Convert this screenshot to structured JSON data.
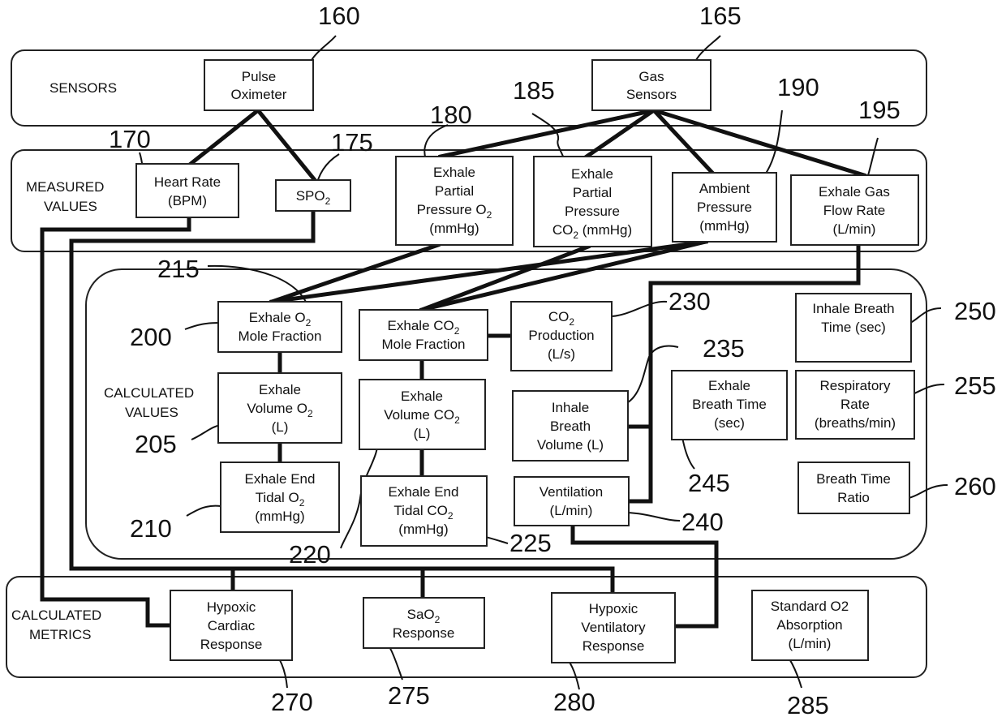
{
  "sections": {
    "sensors": [
      "SENSORS"
    ],
    "measured": [
      "MEASURED",
      "VALUES"
    ],
    "calculated_values": [
      "CALCULATED",
      "VALUES"
    ],
    "calculated_metrics": [
      "CALCULATED",
      "METRICS"
    ]
  },
  "boxes": {
    "pulse_oximeter": [
      "Pulse",
      "Oximeter"
    ],
    "gas_sensors": [
      "Gas",
      "Sensors"
    ],
    "heart_rate": [
      "Heart Rate",
      "(BPM)"
    ],
    "spo2": [
      "SPO",
      "2"
    ],
    "exhale_partial_o2": [
      "Exhale",
      "Partial",
      "Pressure O",
      "2",
      "(mmHg)"
    ],
    "exhale_partial_co2": [
      "Exhale",
      "Partial",
      "Pressure",
      "CO",
      "2",
      " (mmHg)"
    ],
    "ambient_pressure": [
      "Ambient",
      "Pressure",
      "(mmHg)"
    ],
    "exhale_gas_flow": [
      "Exhale Gas",
      "Flow Rate",
      "(L/min)"
    ],
    "exhale_o2_mole": [
      "Exhale O",
      "2",
      "Mole Fraction"
    ],
    "exhale_co2_mole": [
      "Exhale CO",
      "2",
      "Mole Fraction"
    ],
    "co2_production": [
      "CO",
      "2",
      "Production",
      "(L/s)"
    ],
    "inhale_breath_time": [
      "Inhale Breath",
      "Time (sec)"
    ],
    "exhale_volume_o2": [
      "Exhale",
      "Volume O",
      "2",
      "(L)"
    ],
    "exhale_volume_co2": [
      "Exhale",
      "Volume CO",
      "2",
      "(L)"
    ],
    "inhale_breath_volume": [
      "Inhale",
      "Breath",
      "Volume (L)"
    ],
    "exhale_breath_time": [
      "Exhale",
      "Breath Time",
      "(sec)"
    ],
    "respiratory_rate": [
      "Respiratory",
      "Rate",
      "(breaths/min)"
    ],
    "exhale_end_tidal_o2": [
      "Exhale End",
      "Tidal O",
      "2",
      "(mmHg)"
    ],
    "exhale_end_tidal_co2": [
      "Exhale End",
      "Tidal CO",
      "2",
      "(mmHg)"
    ],
    "ventilation": [
      "Ventilation",
      "(L/min)"
    ],
    "breath_time_ratio": [
      "Breath Time",
      "Ratio"
    ],
    "hypoxic_cardiac": [
      "Hypoxic",
      "Cardiac",
      "Response"
    ],
    "sao2_response": [
      "SaO",
      "2",
      "Response"
    ],
    "hypoxic_ventilatory": [
      "Hypoxic",
      "Ventilatory",
      "Response"
    ],
    "standard_o2_absorption": [
      "Standard O2",
      "Absorption",
      "(L/min)"
    ]
  },
  "refs": {
    "r160": "160",
    "r165": "165",
    "r170": "170",
    "r175": "175",
    "r180": "180",
    "r185": "185",
    "r190": "190",
    "r195": "195",
    "r200": "200",
    "r205": "205",
    "r210": "210",
    "r215": "215",
    "r220": "220",
    "r225": "225",
    "r230": "230",
    "r235": "235",
    "r240": "240",
    "r245": "245",
    "r250": "250",
    "r255": "255",
    "r260": "260",
    "r270": "270",
    "r275": "275",
    "r280": "280",
    "r285": "285"
  }
}
